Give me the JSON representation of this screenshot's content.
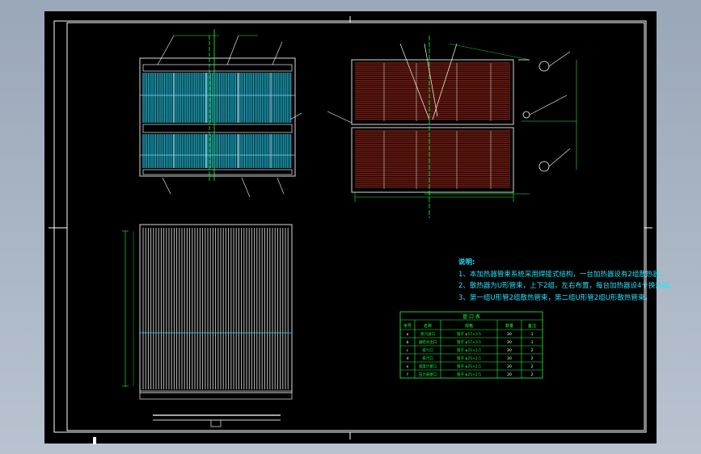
{
  "notes": {
    "title": "说明:",
    "lines": [
      "1、本加热器管束系统采用焊接式结构，一台加热器设有2组散热器。",
      "2、散热器为U形管束，上下2组，左右布置，每台加热器设4个换热器。",
      "3、第一组U形管2组散热管束，第二组U形管2组U形散热管束。"
    ]
  },
  "nozzle_table": {
    "title": "管 口 表",
    "headers": [
      "序号",
      "名称",
      "规格",
      "数量",
      "备注"
    ],
    "rows": [
      [
        "a",
        "蒸汽进口",
        "管子 φ57×3.5",
        "20",
        "1"
      ],
      [
        "b",
        "凝结水出口",
        "管子 φ57×3.5",
        "20",
        "1"
      ],
      [
        "c",
        "排气口",
        "管子 φ25×2.5",
        "20",
        "2"
      ],
      [
        "d",
        "排污口",
        "管子 φ25×2.5",
        "20",
        "2"
      ],
      [
        "e",
        "温度计接口",
        "管子 φ25×2.5",
        "20",
        "2"
      ],
      [
        "f",
        "压力表接口",
        "管子 φ25×2.5",
        "20",
        "2"
      ]
    ]
  },
  "colors": {
    "background": "#000000",
    "frame": "#ffffff",
    "tube_bank_front": "#1fb4cf",
    "tube_bank_side": "#7a1e12",
    "annotation": "#25e2ff",
    "table_line": "#1aff3a",
    "leader": "#ffffff"
  }
}
